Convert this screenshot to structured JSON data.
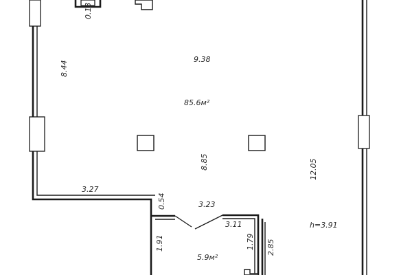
{
  "plan": {
    "main_room": {
      "area": "85.6м²",
      "width_top": "9.38",
      "depth_center": "8.85",
      "left_wall": "8.44",
      "right_wall": "12.05",
      "step": "3.27",
      "notch": "0.13"
    },
    "small_room": {
      "area": "5.9м²",
      "width": "3.23",
      "inner_width": "3.11",
      "left_height": "1.91",
      "right_height": "1.79",
      "partition": "0.54",
      "right_depth": "2.85"
    },
    "ceiling_height": "h=3.91"
  }
}
